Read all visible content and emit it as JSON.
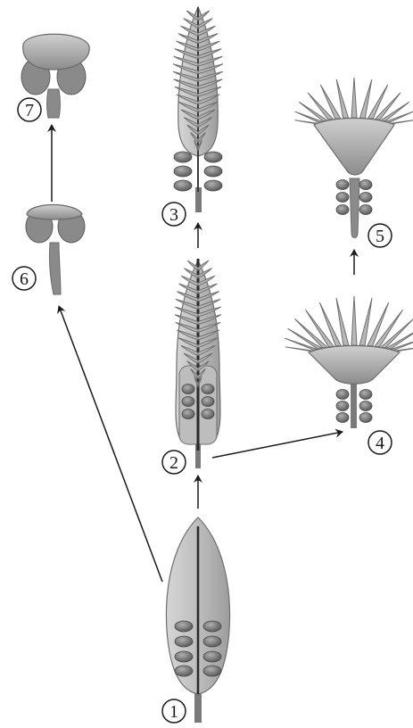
{
  "diagram": {
    "stages": [
      {
        "id": "1",
        "label": "1",
        "form": "leaf-with-ovules"
      },
      {
        "id": "2",
        "label": "2",
        "form": "pinnate-leaf-with-ovules"
      },
      {
        "id": "3",
        "label": "3",
        "form": "pinnate-leaf-with-clustered-ovules"
      },
      {
        "id": "4",
        "label": "4",
        "form": "fringed-cupule-with-ovules"
      },
      {
        "id": "5",
        "label": "5",
        "form": "reduced-fringed-cupule-with-ovules"
      },
      {
        "id": "6",
        "label": "6",
        "form": "peltate-cap-with-lobes"
      },
      {
        "id": "7",
        "label": "7",
        "form": "reduced-peltate-cap-with-lobes"
      }
    ],
    "arrows": [
      {
        "from": "1",
        "to": "2"
      },
      {
        "from": "2",
        "to": "3"
      },
      {
        "from": "2",
        "to": "4"
      },
      {
        "from": "4",
        "to": "5"
      },
      {
        "from": "1",
        "to": "6"
      },
      {
        "from": "6",
        "to": "7"
      }
    ],
    "colors": {
      "leaf_fill": "#c4c4c4",
      "leaf_dark": "#6e6e6e",
      "ovule": "#8a8a8a",
      "ovule_dark": "#555555",
      "stalk": "#7a7a7a",
      "arrow": "#1a1a1a"
    }
  }
}
